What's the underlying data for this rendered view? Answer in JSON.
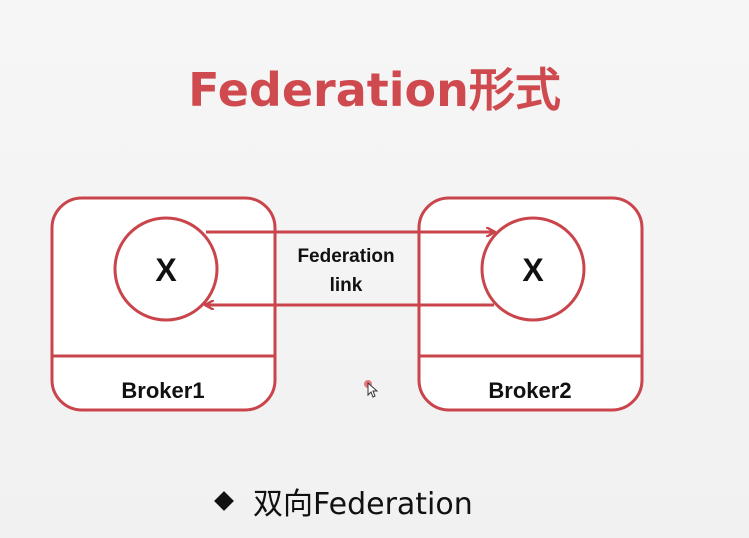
{
  "title": "Federation形式",
  "diagram": {
    "brokers": [
      {
        "label": "Broker1",
        "exchange_label": "X"
      },
      {
        "label": "Broker2",
        "exchange_label": "X"
      }
    ],
    "link_label_line1": "Federation",
    "link_label_line2": "link"
  },
  "bullet": {
    "icon": "diamond-bullet-icon",
    "text": "双向Federation"
  },
  "colors": {
    "accent": "#cf4a4f",
    "stroke": "#c9454b",
    "text": "#111111"
  }
}
